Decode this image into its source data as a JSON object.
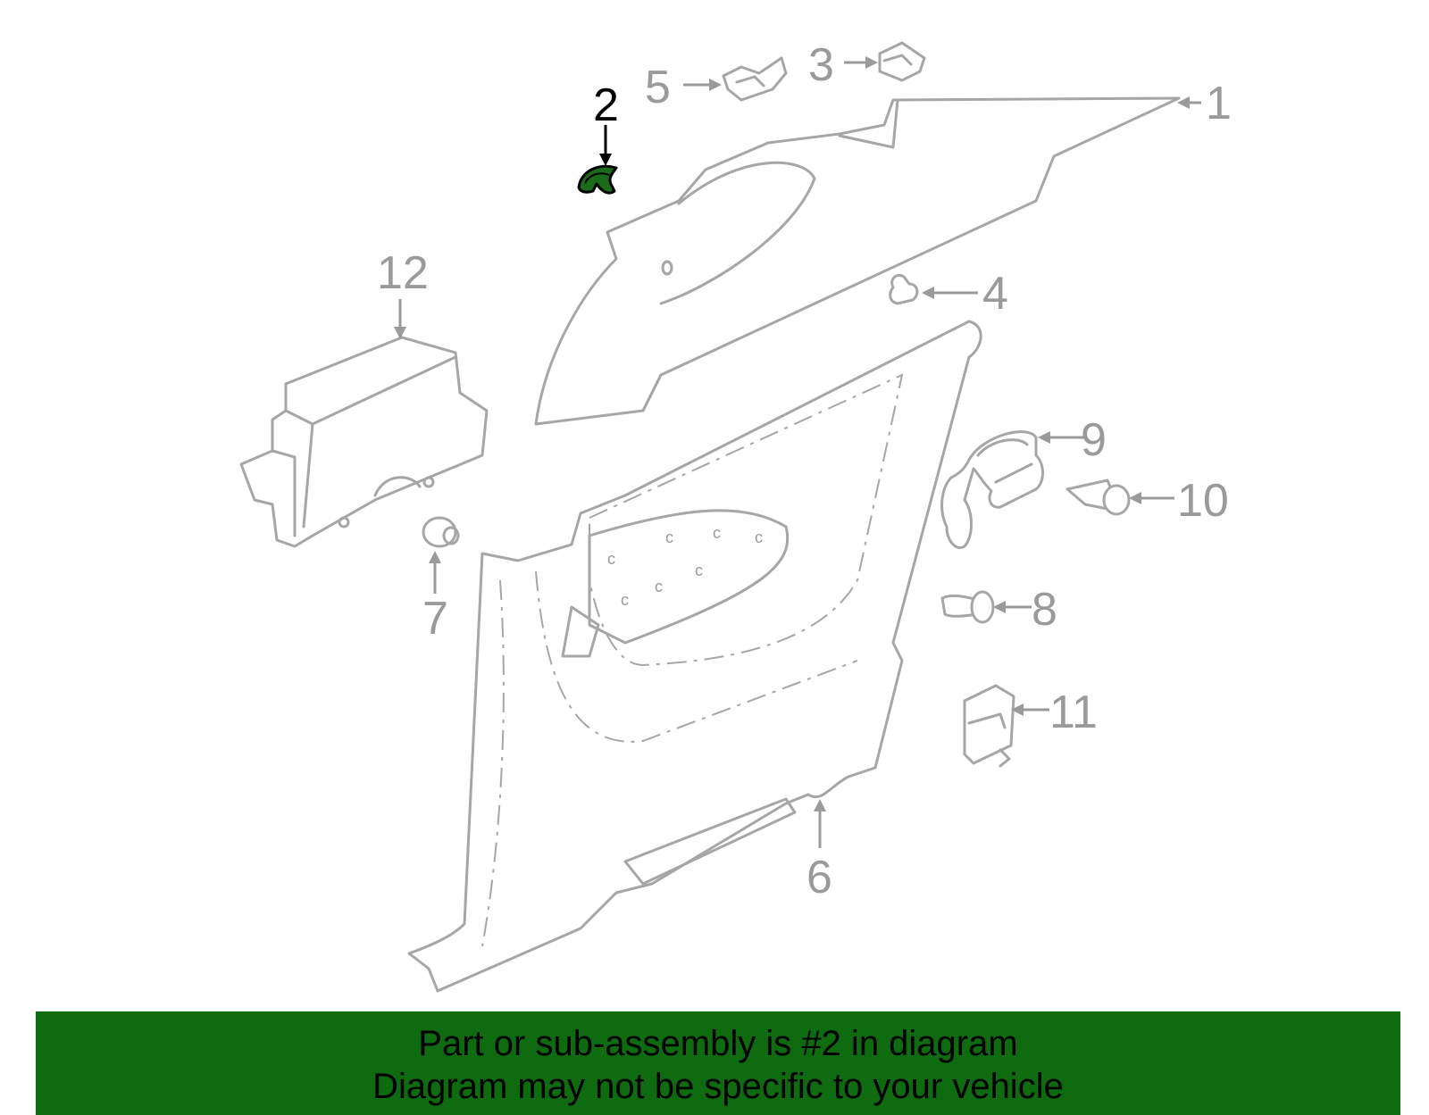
{
  "diagram": {
    "highlighted_part": "2",
    "highlight_color": "#1a6b1a",
    "labels": {
      "p1": "1",
      "p2": "2",
      "p3": "3",
      "p4": "4",
      "p5": "5",
      "p6": "6",
      "p7": "7",
      "p8": "8",
      "p9": "9",
      "p10": "10",
      "p11": "11",
      "p12": "12"
    }
  },
  "banner": {
    "line1": "Part or sub-assembly is #2 in diagram",
    "line2": "Diagram may not be specific to your vehicle",
    "background": "#0f6b0f"
  }
}
